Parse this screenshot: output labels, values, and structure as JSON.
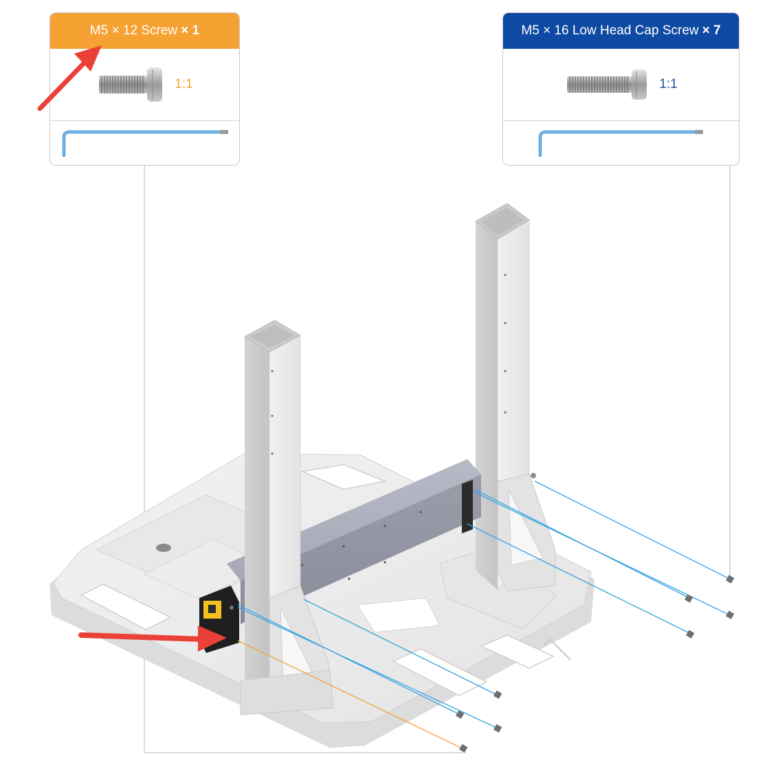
{
  "left_part": {
    "name": "M5 × 12 Screw",
    "quantity": "× 1",
    "scale": "1:1",
    "accent_color": "#f5a233",
    "tool_icon": "hex-key-icon"
  },
  "right_part": {
    "name": "M5 × 16 Low Head Cap Screw",
    "quantity": "× 7",
    "scale": "1:1",
    "accent_color": "#0e4aa3",
    "tool_icon": "hex-key-icon"
  },
  "colors": {
    "callout_arrow": "#ea4037",
    "blue_guide": "#36a3e0",
    "orange_guide": "#f2a33a",
    "hex_key": "#4a9ad8"
  }
}
